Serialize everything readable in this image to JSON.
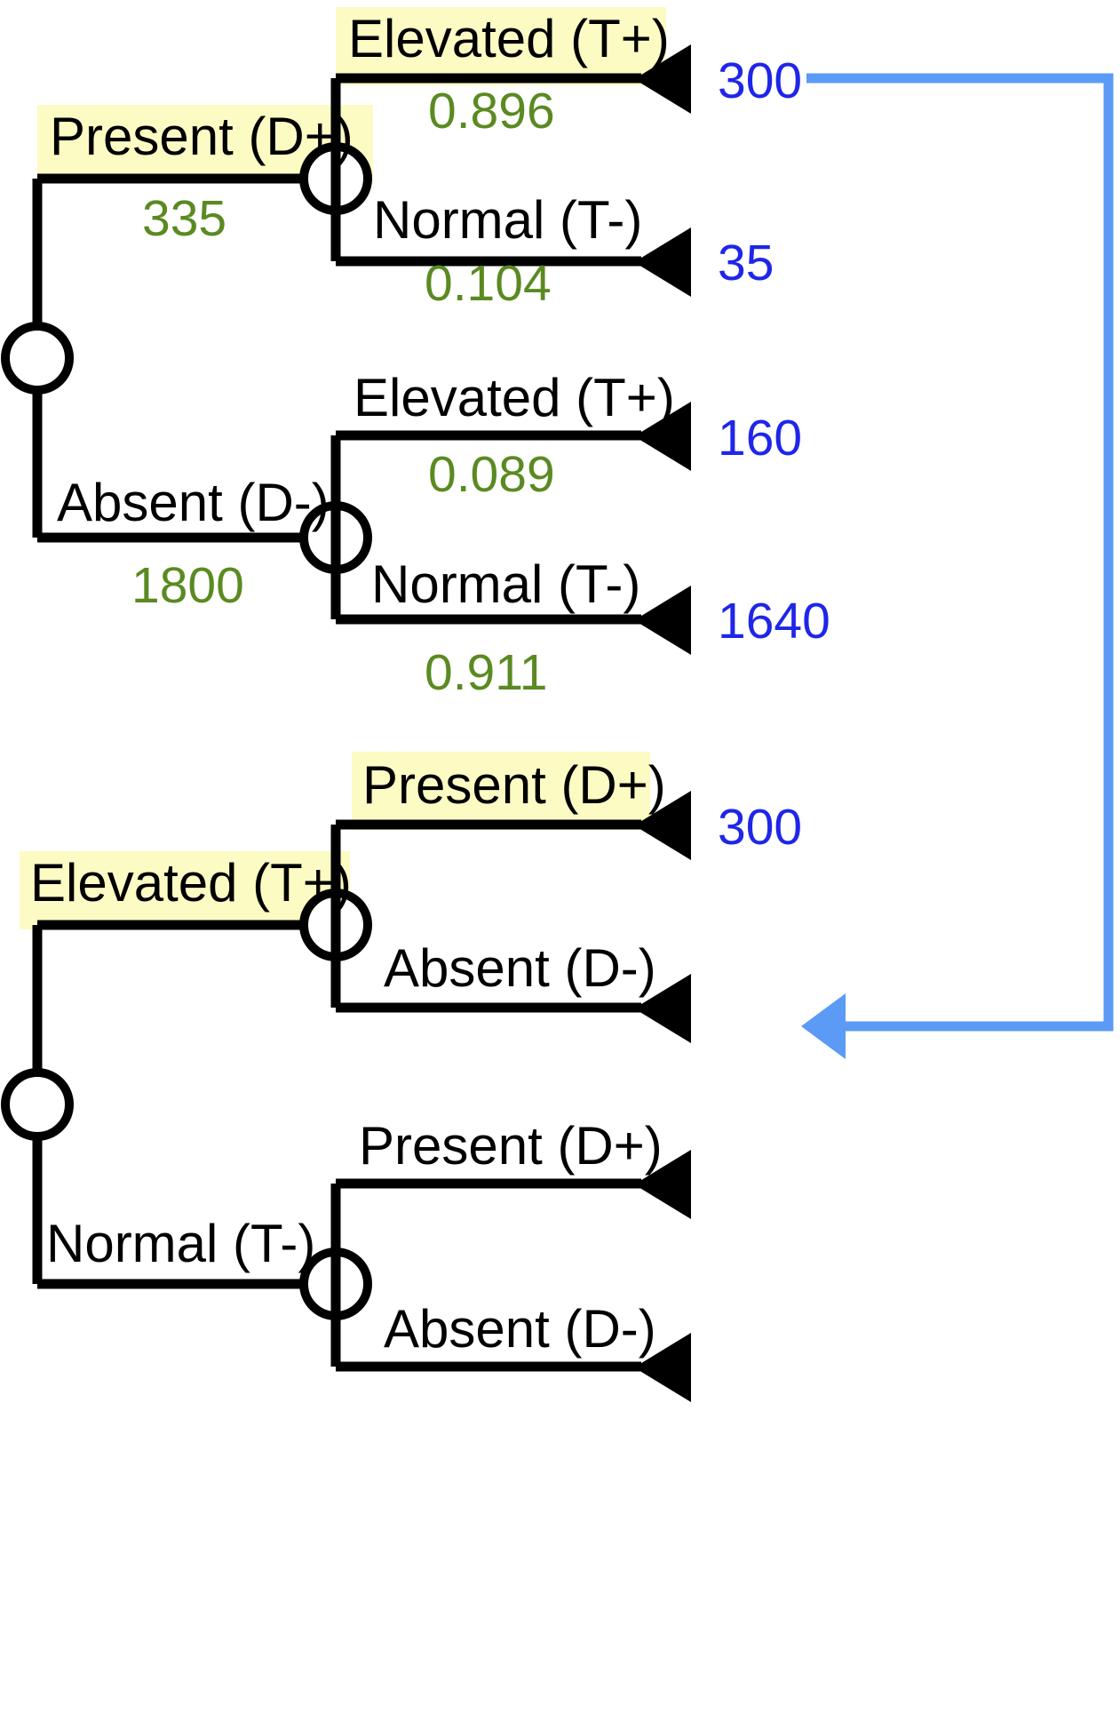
{
  "diagram": {
    "title": "Two-stage diagnostic decision tree (forward and reversed)",
    "type": "decision-tree",
    "colors": {
      "branch": "#000000",
      "label": "#000000",
      "probability": "#5a8a21",
      "payoff": "#1f26e8",
      "highlight": "#fdfbc4",
      "link_arrow": "#5b9bf5",
      "background": "#ffffff"
    },
    "trees": [
      {
        "id": "tree-disease-first",
        "root": {
          "name": "root-chance-node",
          "kind": "chance"
        },
        "branches": [
          {
            "id": "disease-present",
            "label": "Present (D+)",
            "value": "335",
            "highlighted": true,
            "node": {
              "name": "chance-node-d-plus",
              "kind": "chance"
            },
            "children": [
              {
                "id": "d-plus-t-plus",
                "label": "Elevated (T+)",
                "probability": "0.896",
                "payoff": "300",
                "highlighted": true
              },
              {
                "id": "d-plus-t-minus",
                "label": "Normal (T-)",
                "probability": "0.104",
                "payoff": "35",
                "highlighted": false
              }
            ]
          },
          {
            "id": "disease-absent",
            "label": "Absent (D-)",
            "value": "1800",
            "highlighted": false,
            "node": {
              "name": "chance-node-d-minus",
              "kind": "chance"
            },
            "children": [
              {
                "id": "d-minus-t-plus",
                "label": "Elevated (T+)",
                "probability": "0.089",
                "payoff": "160",
                "highlighted": false
              },
              {
                "id": "d-minus-t-minus",
                "label": "Normal (T-)",
                "probability": "0.911",
                "payoff": "1640",
                "highlighted": false
              }
            ]
          }
        ]
      },
      {
        "id": "tree-test-first",
        "root": {
          "name": "root-chance-node",
          "kind": "chance"
        },
        "branches": [
          {
            "id": "test-elevated",
            "label": "Elevated (T+)",
            "value": "",
            "highlighted": true,
            "node": {
              "name": "chance-node-t-plus",
              "kind": "chance"
            },
            "children": [
              {
                "id": "t-plus-d-plus",
                "label": "Present (D+)",
                "probability": "",
                "payoff": "300",
                "highlighted": true
              },
              {
                "id": "t-plus-d-minus",
                "label": "Absent (D-)",
                "probability": "",
                "payoff": "",
                "highlighted": false
              }
            ]
          },
          {
            "id": "test-normal",
            "label": "Normal (T-)",
            "value": "",
            "highlighted": false,
            "node": {
              "name": "chance-node-t-minus",
              "kind": "chance"
            },
            "children": [
              {
                "id": "t-minus-d-plus",
                "label": "Present (D+)",
                "probability": "",
                "payoff": "",
                "highlighted": false
              },
              {
                "id": "t-minus-d-minus",
                "label": "Absent (D-)",
                "probability": "",
                "payoff": "",
                "highlighted": false
              }
            ]
          }
        ]
      }
    ],
    "link_annotation": {
      "name": "payoff-transfer-arrow",
      "from_payoff": "300",
      "to_payoff": "300",
      "direction": "down-then-left"
    }
  },
  "chart_data": {
    "type": "tree",
    "title": "Two-stage diagnostic decision tree (forward and reversed)",
    "nodes": [
      {
        "tree": 1,
        "path": "D+",
        "label": "Present (D+)",
        "value": 335
      },
      {
        "tree": 1,
        "path": "D+ / T+",
        "label": "Elevated (T+)",
        "probability": 0.896,
        "payoff": 300
      },
      {
        "tree": 1,
        "path": "D+ / T-",
        "label": "Normal (T-)",
        "probability": 0.104,
        "payoff": 35
      },
      {
        "tree": 1,
        "path": "D-",
        "label": "Absent (D-)",
        "value": 1800
      },
      {
        "tree": 1,
        "path": "D- / T+",
        "label": "Elevated (T+)",
        "probability": 0.089,
        "payoff": 160
      },
      {
        "tree": 1,
        "path": "D- / T-",
        "label": "Normal (T-)",
        "probability": 0.911,
        "payoff": 1640
      },
      {
        "tree": 2,
        "path": "T+",
        "label": "Elevated (T+)"
      },
      {
        "tree": 2,
        "path": "T+ / D+",
        "label": "Present (D+)",
        "payoff": 300
      },
      {
        "tree": 2,
        "path": "T+ / D-",
        "label": "Absent (D-)"
      },
      {
        "tree": 2,
        "path": "T-",
        "label": "Normal (T-)"
      },
      {
        "tree": 2,
        "path": "T- / D+",
        "label": "Present (D+)"
      },
      {
        "tree": 2,
        "path": "T- / D-",
        "label": "Absent (D-)"
      }
    ],
    "annotations": [
      "300 transferred from tree 1 (D+/T+) to tree 2 (T+/D+)"
    ]
  }
}
